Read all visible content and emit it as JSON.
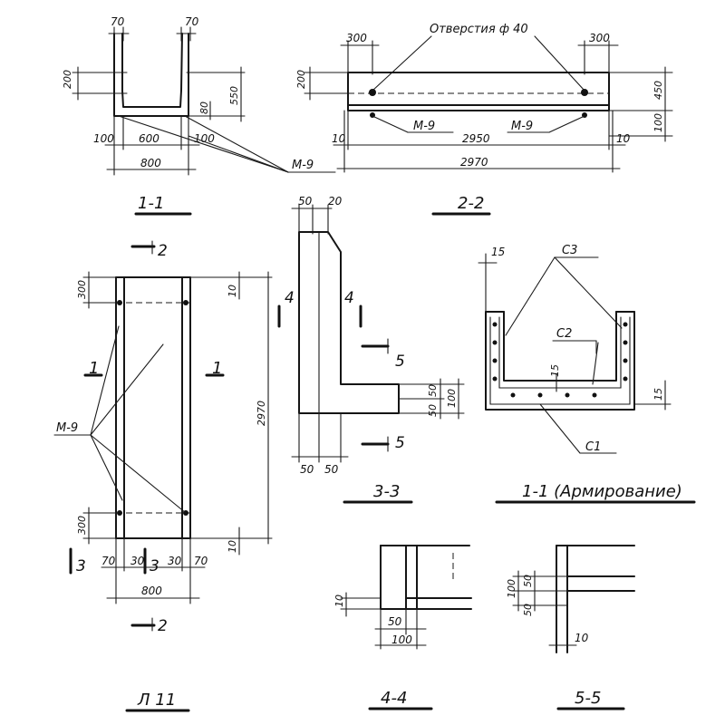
{
  "views": {
    "v11": {
      "title": "1-1",
      "dims": {
        "top_left": "70",
        "top_right": "70",
        "h200": "200",
        "h550": "550",
        "h80": "80",
        "b100_left": "100",
        "b600": "600",
        "b100_right": "100",
        "b800": "800"
      },
      "callout": "M-9"
    },
    "v22": {
      "title": "2-2",
      "holes_label": "Отверстия ф 40",
      "dims": {
        "top_left": "300",
        "top_right": "300",
        "h200": "200",
        "h450": "450",
        "h100": "100",
        "l10": "10",
        "r10": "10",
        "len2950": "2950",
        "len2970": "2970"
      },
      "m9_left": "M-9",
      "m9_right": "M-9"
    },
    "plan": {
      "title": "Л 11",
      "section_2_top": "2",
      "section_2_bottom": "2",
      "section_1_left": "1",
      "section_1_right": "1",
      "section_3_left": "3",
      "section_3_mid": "3",
      "dims": {
        "top300": "300",
        "top10": "10",
        "len2970": "2970",
        "bot300": "300",
        "bot10": "10",
        "w70l": "70",
        "w30l": "30",
        "w30r": "30",
        "w70r": "70",
        "w800": "800"
      },
      "m9": "M-9"
    },
    "v33": {
      "title": "3-3",
      "dims": {
        "t50": "50",
        "t20": "20",
        "s50a": "50",
        "s50b": "50",
        "s100": "100",
        "b50a": "50",
        "b50b": "50"
      },
      "cut4_left": "4",
      "cut4_right": "4",
      "cut5_top": "5",
      "cut5_bottom": "5"
    },
    "arm": {
      "title": "1-1 (Армирование)",
      "c3": "С3",
      "c2": "С2",
      "c1": "С1",
      "d15_top": "15",
      "d15_mid": "15",
      "d15_right": "15"
    },
    "v44": {
      "title": "4-4",
      "dims": {
        "d10": "10",
        "d50": "50",
        "d100": "100"
      }
    },
    "v55": {
      "title": "5-5",
      "dims": {
        "d50": "50",
        "d100": "100",
        "d50b": "50",
        "d10": "10"
      }
    }
  }
}
